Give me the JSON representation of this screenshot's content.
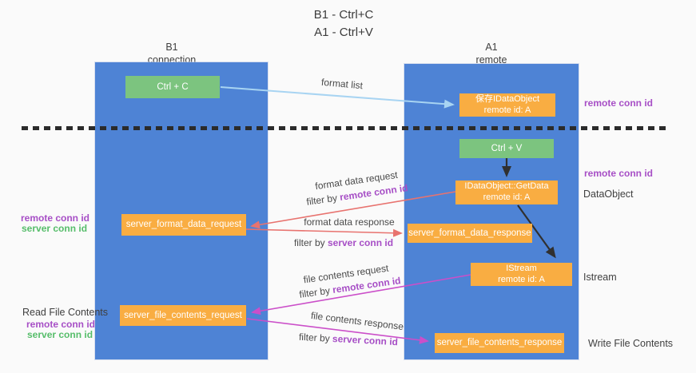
{
  "title": {
    "line1": "B1 - Ctrl+C",
    "line2": "A1 - Ctrl+V"
  },
  "columns": {
    "left": {
      "name": "B1",
      "role": "connection"
    },
    "right": {
      "name": "A1",
      "role": "remote"
    }
  },
  "nodes": {
    "ctrl_c": {
      "label": "Ctrl + C"
    },
    "save_idataobject": {
      "line1": "保存IDataObject",
      "line2": "remote id: A"
    },
    "ctrl_v": {
      "label": "Ctrl + V"
    },
    "getdata": {
      "line1": "IDataObject::GetData",
      "line2": "remote id: A"
    },
    "server_format_data_request": {
      "label": "server_format_data_request"
    },
    "server_format_data_response": {
      "label": "server_format_data_response"
    },
    "istream": {
      "line1": "IStream",
      "line2": "remote id: A"
    },
    "server_file_contents_request": {
      "label": "server_file_contents_request"
    },
    "server_file_contents_response": {
      "label": "server_file_contents_response"
    }
  },
  "side_labels": {
    "right_top_remote_conn_id": "remote conn id",
    "right_mid_remote_conn_id": "remote conn id",
    "right_dataobject": "DataObject",
    "right_istream": "Istream",
    "right_write_file_contents": "Write File Contents",
    "left_remote_conn_id": "remote conn id",
    "left_server_conn_id": "server conn id",
    "left_read_file_contents": "Read File Contents",
    "left_bottom_remote_conn_id": "remote conn id",
    "left_bottom_server_conn_id": "server conn id"
  },
  "arrows": {
    "format_list": {
      "label": "format list"
    },
    "format_data_request": {
      "label": "format data request",
      "filter_prefix": "filter by ",
      "filter_key": "remote conn id"
    },
    "format_data_response": {
      "label": "format data response",
      "filter_prefix": "filter by ",
      "filter_key": "server conn id"
    },
    "file_contents_request": {
      "label": "file contents request",
      "filter_prefix": "filter by ",
      "filter_key": "remote conn id"
    },
    "file_contents_response": {
      "label": "file contents response",
      "filter_prefix": "filter by ",
      "filter_key": "server conn id"
    }
  },
  "colors": {
    "background": "#fafafa",
    "column_blue": "#4e83d5",
    "node_green": "#7cc47f",
    "node_orange": "#f9ad42",
    "arrow_light_blue": "#a8d4f2",
    "arrow_red": "#e8736f",
    "arrow_magenta": "#cb4fc9",
    "arrow_black": "#303030",
    "dashed_line": "#2b2b2b",
    "text_purple": "#a74fc6",
    "text_green": "#56bd6a",
    "text_dark": "#3c3c3c"
  }
}
